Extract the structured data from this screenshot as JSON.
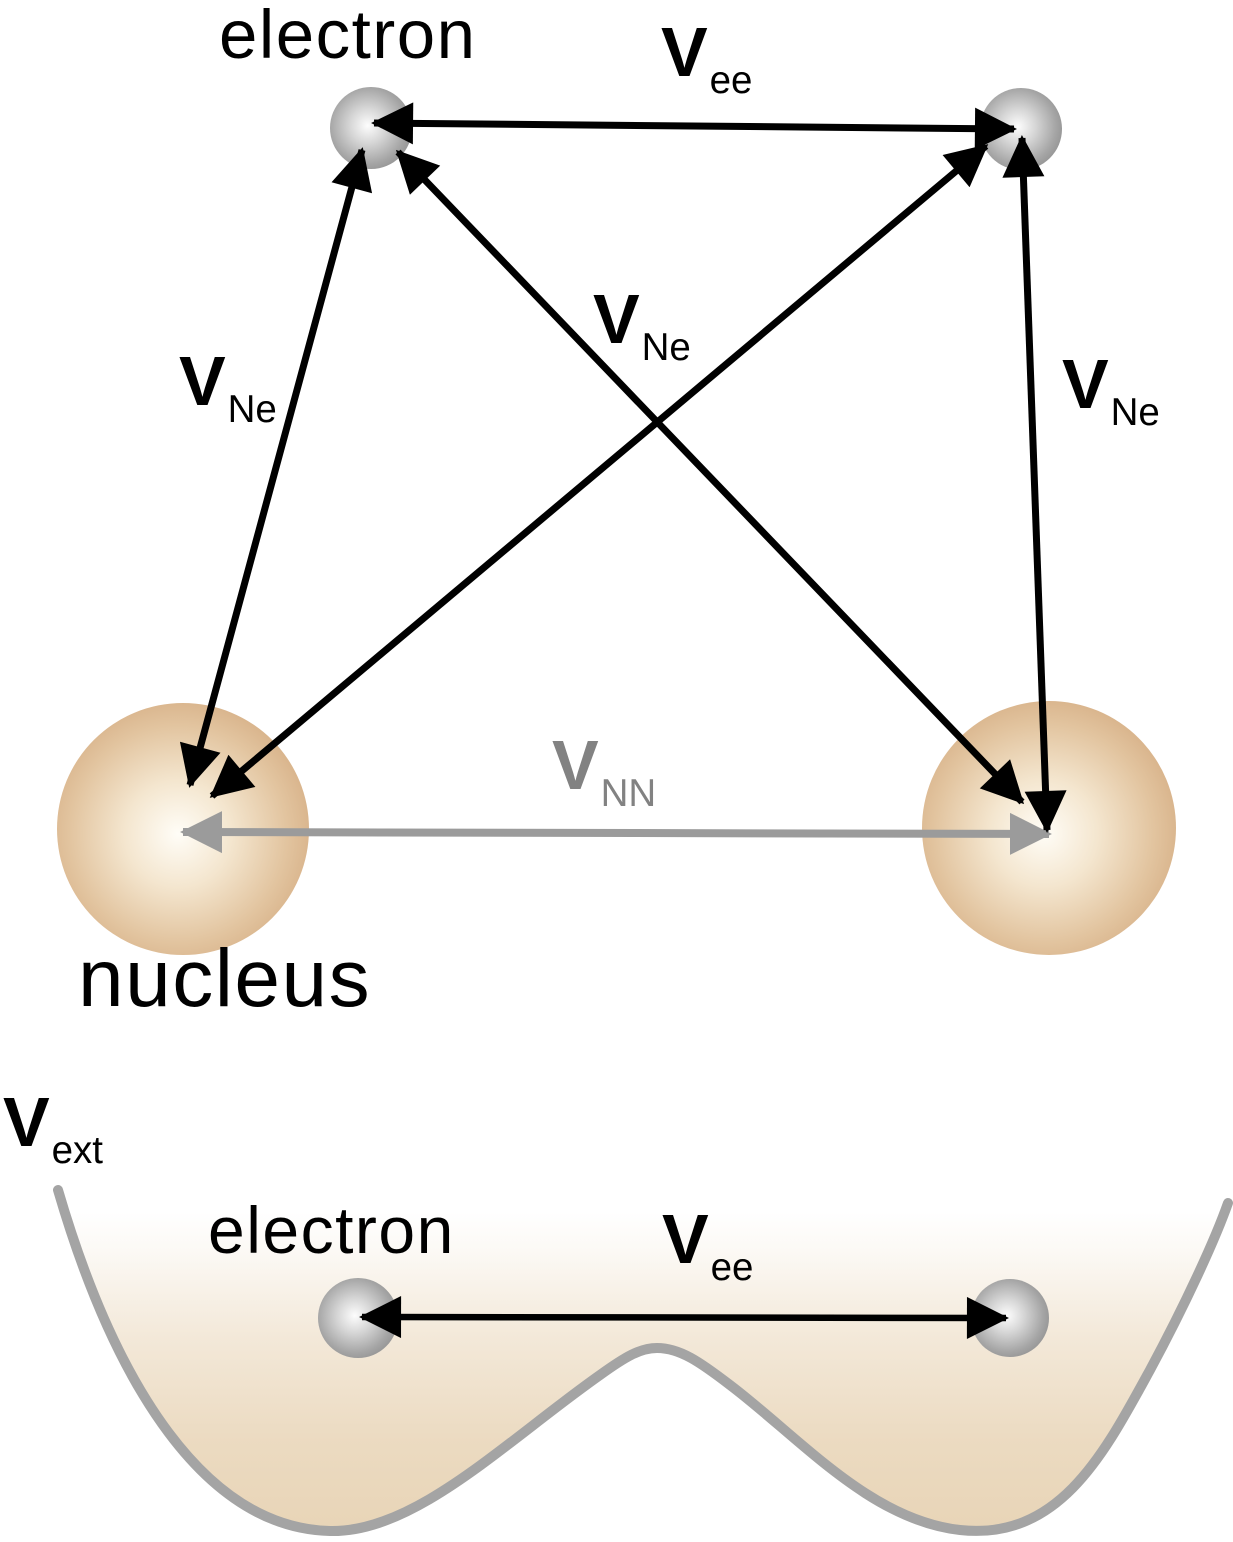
{
  "labels": {
    "electron_top": "electron",
    "nucleus": "nucleus",
    "electron_bottom": "electron",
    "vee_top": {
      "base": "V",
      "sub": "ee"
    },
    "vne_left": {
      "base": "V",
      "sub": "Ne"
    },
    "vne_center": {
      "base": "V",
      "sub": "Ne"
    },
    "vne_right": {
      "base": "V",
      "sub": "Ne"
    },
    "vnn": {
      "base": "V",
      "sub": "NN"
    },
    "vext": {
      "base": "V",
      "sub": "ext"
    },
    "vee_bottom": {
      "base": "V",
      "sub": "ee"
    }
  },
  "colors": {
    "arrow_black": "#000000",
    "arrow_gray": "#9b9b9b",
    "vnn_label_gray": "#828282",
    "curve_gray": "#a4a4a4",
    "well_fill_tan": "#e8d4b6",
    "nucleus_edge_tan": "#d3aa80",
    "nucleus_center_cream": "#fffdf7",
    "electron_edge_gray": "#8d8d8d",
    "electron_center_white": "#fdfdfd"
  }
}
